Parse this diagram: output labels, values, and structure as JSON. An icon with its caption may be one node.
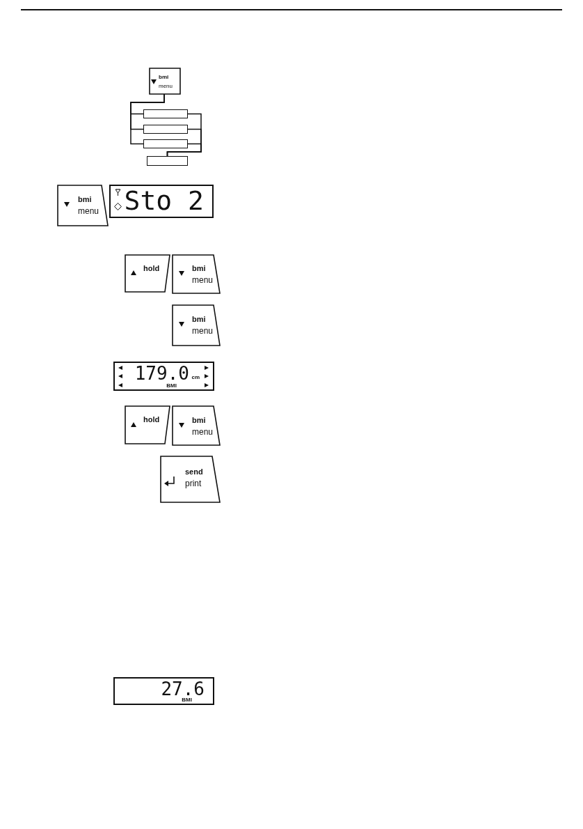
{
  "diagram": {
    "nodes": [
      {
        "text": [
          "bmi",
          "menu"
        ]
      },
      {
        "text": [],
        "shape": "box"
      },
      {
        "text": [],
        "shape": "box"
      },
      {
        "text": [],
        "shape": "box"
      },
      {
        "text": [],
        "shape": "box"
      },
      {
        "text": [
          "bmi",
          "menu"
        ]
      },
      {
        "text": [
          "Sto 2"
        ]
      },
      {
        "text": [
          "hold"
        ]
      },
      {
        "text": [
          "bmi",
          "menu"
        ]
      },
      {
        "text": [
          "bmi",
          "menu"
        ]
      },
      {
        "text": [
          "179.0",
          "cm",
          "BMI"
        ]
      },
      {
        "text": [
          "hold"
        ]
      },
      {
        "text": [
          "bmi",
          "menu"
        ]
      },
      {
        "text": [
          "send",
          "print"
        ]
      },
      {
        "text": [
          "27.6",
          "BMI"
        ]
      }
    ],
    "edges": [
      {
        "from": 0,
        "to": 1,
        "arrow": "none"
      },
      {
        "from": 0,
        "to": 2,
        "arrow": "none"
      },
      {
        "from": 0,
        "to": 3,
        "arrow": "none"
      },
      {
        "from": 1,
        "to": 4,
        "arrow": "none"
      },
      {
        "from": 2,
        "to": 4,
        "arrow": "none"
      },
      {
        "from": 3,
        "to": 4,
        "arrow": "none"
      }
    ]
  }
}
